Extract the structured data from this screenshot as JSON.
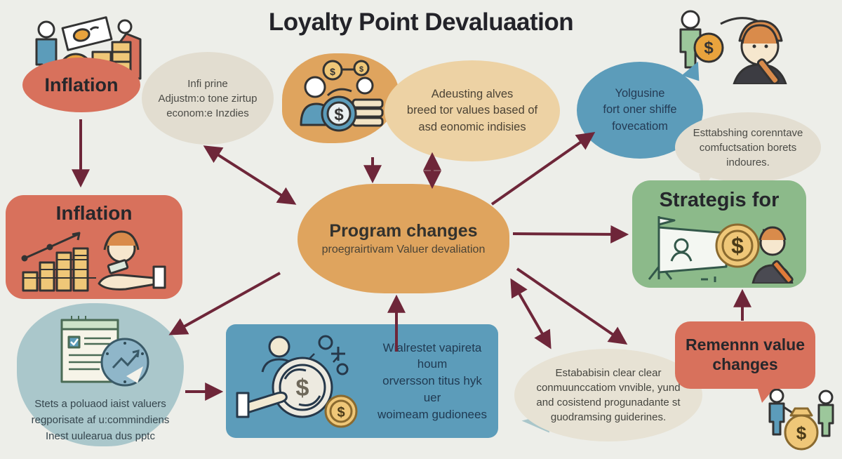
{
  "title": "Loyalty Point Devaluaation",
  "colors": {
    "background": "#EDEEE9",
    "accent_red": "#D8715C",
    "accent_orange": "#DFA45E",
    "accent_blue": "#5C9CBA",
    "accent_green": "#8CBA8A",
    "accent_tan": "#EDD2A4",
    "accent_beige": "#E2DDD0",
    "accent_cloud": "#AAC7CB",
    "arrow_color": "#6E2639",
    "title_color": "#232329"
  },
  "nodes": {
    "inflation_ellipse": {
      "label": "Inflation"
    },
    "infi_bubble": {
      "lines": [
        "Infi prine",
        "Adjustm:o tone zirtup",
        "econom:e Inzdies"
      ]
    },
    "adjusting_ellipse": {
      "lines": [
        "Adeusting alves",
        "breed tor values based of",
        "asd eonomic indisies"
      ]
    },
    "yolgusine_bubble": {
      "lines": [
        "Yolgusine",
        "fort oner shiffe",
        "fovecatiom"
      ]
    },
    "establishing_bubble": {
      "lines": [
        "Esttabshing corenntave",
        "comfuctsation borets",
        "indoures."
      ]
    },
    "inflation_card": {
      "label": "Inflation"
    },
    "program_changes_blob": {
      "title": "Program changes",
      "subtitle": "proegrairtivam Valuer devaliation"
    },
    "strategies_card": {
      "label": "Strategis for"
    },
    "steps_cloud": {
      "lines": [
        "Stets a poluaod iaist valuers",
        "regporisate af u:commindiens",
        "Inest uulearua dus pptc"
      ]
    },
    "conversion_card": {
      "lines": [
        "Wialrestet vapireta houm",
        "orversson titus hyk uer",
        "woimeam gudionees"
      ]
    },
    "communication_bubble": {
      "lines": [
        "Estababisin clear clear",
        "conmuunccatiom vnvible, yund",
        "and cosistend progunadante st",
        "guodramsing guiderines."
      ]
    },
    "remain_value_bubble": {
      "lines": [
        "Remennn value",
        "changes"
      ]
    }
  },
  "icons": {
    "top_left": "people-money-icon",
    "top_center": "coin-exchange-icon",
    "top_right": "give-coin-person-icon",
    "inflation_card": "bar-growth-hand-icon",
    "strategies_card": "presentation-coin-icon",
    "cloud": "checklist-gauge-icon",
    "conversion_card": "hand-coin-refresh-icon",
    "bottom_right": "duo-moneybag-icon"
  }
}
